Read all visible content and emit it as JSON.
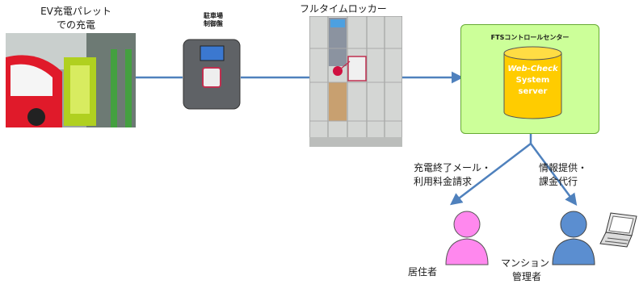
{
  "ev_label": [
    "EV充電パレット",
    "での充電"
  ],
  "parking_control_label": [
    "駐車場",
    "制御盤"
  ],
  "locker_label": "フルタイムロッカー",
  "fts_center_label": "FTSコントロールセンター",
  "server_label": [
    "Web-Check",
    "System",
    "server"
  ],
  "resident_message": [
    "充電終了メール・",
    "利用料金請求"
  ],
  "manager_message": [
    "情報提供・",
    "課金代行"
  ],
  "resident_label": "居住者",
  "manager_label": [
    "マンション",
    "管理者"
  ],
  "colors": {
    "connector": "#4f81bd",
    "fts_box_fill": "#ccff99",
    "fts_box_border": "#66aa33",
    "cylinder_fill": "#ffcc00",
    "resident": "#ff88ee",
    "manager": "#5b8ed0"
  }
}
